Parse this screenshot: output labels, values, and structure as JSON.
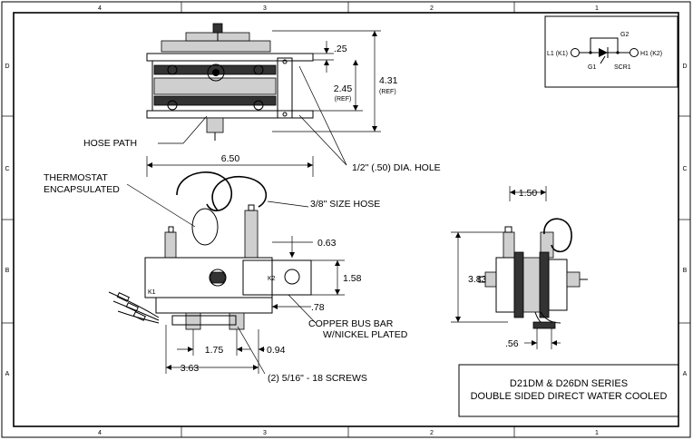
{
  "zones": {
    "top": [
      "4",
      "3",
      "2",
      "1"
    ],
    "bottom": [
      "4",
      "3",
      "2",
      "1"
    ],
    "left": [
      "D",
      "C",
      "B",
      "A"
    ],
    "right": [
      "D",
      "C",
      "B",
      "A"
    ]
  },
  "schematic": {
    "l1": "L1 (K1)",
    "h1": "H1 (K2)",
    "g1": "G1",
    "g2": "G2",
    "scr": "SCR1"
  },
  "top_view": {
    "dim_25": ".25",
    "dim_245": "2.45",
    "ref_245": "(REF)",
    "dim_431": "4.31",
    "ref_431": "(REF)",
    "hose_path": "HOSE PATH",
    "hole": "1/2\" (.50) DIA. HOLE"
  },
  "front_view": {
    "dim_650": "6.50",
    "thermostat_1": "THERMOSTAT",
    "thermostat_2": "ENCAPSULATED",
    "hose": "3/8\" SIZE HOSE",
    "dim_063": "0.63",
    "dim_158": "1.58",
    "dim_078": ".78",
    "k2": "K2",
    "k1": "K1",
    "busbar_1": "COPPER BUS BAR",
    "busbar_2": "W/NICKEL PLATED",
    "dim_175": "1.75",
    "dim_094": "0.94",
    "dim_363": "3.63",
    "screws": "(2) 5/16\" - 18 SCREWS"
  },
  "side_view": {
    "dim_150": "1.50",
    "dim_383": "3.83",
    "dim_056": ".56"
  },
  "title_block": {
    "line1": "D21DM & D26DN SERIES",
    "line2": "DOUBLE SIDED DIRECT WATER COOLED"
  }
}
